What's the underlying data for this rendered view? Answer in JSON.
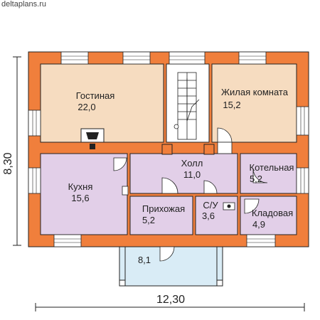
{
  "site": {
    "watermark": "deltaplans.ru"
  },
  "plan": {
    "width_label": "12,30",
    "height_label": "8,30",
    "rooms": [
      {
        "id": "living",
        "name": "Гостиная",
        "area": "22,0"
      },
      {
        "id": "bedroom",
        "name": "Жилая комната",
        "area": "15,2"
      },
      {
        "id": "kitchen",
        "name": "Кухня",
        "area": "15,6"
      },
      {
        "id": "hall",
        "name": "Холл",
        "area": "11,0"
      },
      {
        "id": "boiler",
        "name": "Котельная",
        "area": "5,2"
      },
      {
        "id": "entrance",
        "name": "Прихожая",
        "area": "5,2"
      },
      {
        "id": "wc",
        "name": "С/У",
        "area": "3,6"
      },
      {
        "id": "storage",
        "name": "Кладовая",
        "area": "4,9"
      },
      {
        "id": "porch",
        "name": "",
        "area": "8,1"
      }
    ]
  },
  "colors": {
    "wall": "#f07f3c",
    "living": "#f6dcc0",
    "kitchen": "#e2cfe8",
    "porch": "#d9ecf6",
    "outline": "#222222"
  }
}
